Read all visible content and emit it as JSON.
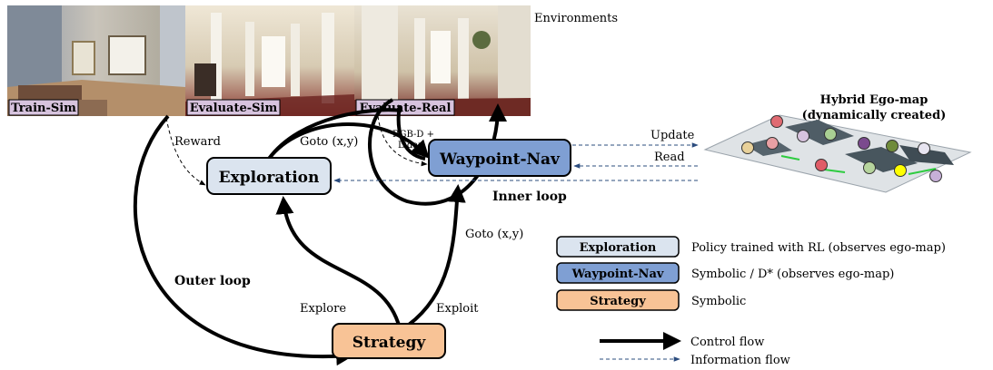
{
  "environments": {
    "heading": "Environments",
    "photos": [
      {
        "label": "Train-Sim"
      },
      {
        "label": "Evaluate-Sim"
      },
      {
        "label": "Evaluate-Real"
      }
    ]
  },
  "hybrid_map": {
    "title_line1": "Hybrid Ego-map",
    "title_line2": "(dynamically created)",
    "marker_colors": [
      "#e06b72",
      "#e8d19a",
      "#e8a0a4",
      "#d7c3de",
      "#a9cf93",
      "#7b4a8e",
      "#6f8b3a",
      "#e7e4f0",
      "#e05c67",
      "#b6d49d",
      "#ffff00",
      "#c7b0d8"
    ]
  },
  "nodes": {
    "exploration": "Exploration",
    "waypoint": "Waypoint-Nav",
    "strategy": "Strategy"
  },
  "edges": {
    "reward": "Reward",
    "goto_top": "Goto (x,y)",
    "goto_right": "Goto (x,y)",
    "rgbd_line1": "RGB-D +",
    "rgbd_line2": "Lidar",
    "update": "Update",
    "read": "Read",
    "inner_loop": "Inner loop",
    "outer_loop": "Outer loop",
    "explore": "Explore",
    "exploit": "Exploit"
  },
  "legend": {
    "items": [
      {
        "name": "Exploration",
        "desc": "Policy trained with RL (observes ego-map)",
        "color": "#dbe4ef"
      },
      {
        "name": "Waypoint-Nav",
        "desc": "Symbolic / D* (observes ego-map)",
        "color": "#7f9fd3"
      },
      {
        "name": "Strategy",
        "desc": "Symbolic",
        "color": "#f8c396"
      }
    ],
    "control_flow": "Control flow",
    "information_flow": "Information flow"
  }
}
